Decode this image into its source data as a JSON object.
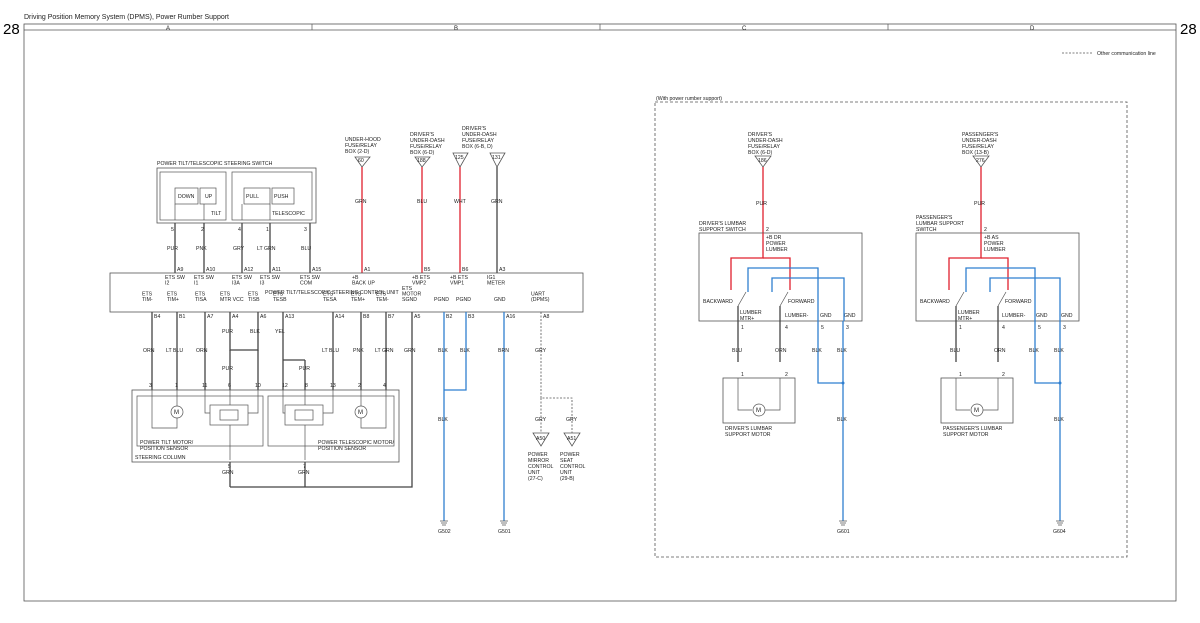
{
  "title": "Driving Position Memory System (DPMS), Power Rumber Support",
  "page_number": "28",
  "columns": [
    "A",
    "B",
    "C",
    "D"
  ],
  "legend": "Other communication line",
  "option_label": "(With power rumber support)",
  "fuses": {
    "underhood": {
      "label": [
        "UNDER-HOOD",
        "FUSE/RELAY",
        "BOX (2-D)"
      ],
      "num": "60"
    },
    "dash1": {
      "label": [
        "DRIVER'S",
        "UNDER-DASH",
        "FUSE/RELAY",
        "BOX (6-D)"
      ],
      "num": "188"
    },
    "dash2": {
      "label": [
        "DRIVER'S",
        "UNDER-DASH",
        "FUSE/RELAY",
        "BOX (6-B, D)"
      ],
      "num1": "125",
      "num2": "131"
    },
    "drv": {
      "label": [
        "DRIVER'S",
        "UNDER-DASH",
        "FUSE/RELAY",
        "BOX (6-D)"
      ],
      "num": "186"
    },
    "pass": {
      "label": [
        "PASSENGER'S",
        "UNDER-DASH",
        "FUSE/RELAY",
        "BOX (13-B)"
      ],
      "num": "276"
    }
  },
  "colors": {
    "GRN": "GRN",
    "BLU": "BLU",
    "WHT": "WHT",
    "PUR": "PUR",
    "PNK": "PNK",
    "GRY": "GRY",
    "LTGRN": "LT GRN",
    "LTBLU": "LT BLU",
    "ORN": "ORN",
    "BLK": "BLK",
    "BRN": "BRN",
    "YEL": "YEL"
  },
  "switch": {
    "title": "POWER TILT/TELESCOPIC STEERING SWITCH",
    "down": "DOWN",
    "up": "UP",
    "pull": "PULL",
    "push": "PUSH",
    "tilt": "TILT",
    "tele": "TELESCOPIC"
  },
  "ecu": {
    "title": "POWER TILT/TELESCOPIC STEERING CONTROL UNIT"
  },
  "top_pins": [
    {
      "pin": "A9",
      "sig": [
        "ETS SW",
        "I2"
      ]
    },
    {
      "pin": "A10",
      "sig": [
        "ETS SW",
        "I1"
      ]
    },
    {
      "pin": "A12",
      "sig": [
        "ETS SW",
        "I3A"
      ]
    },
    {
      "pin": "A11",
      "sig": [
        "ETS SW",
        "I3"
      ]
    },
    {
      "pin": "A15",
      "sig": [
        "ETS SW",
        "COM"
      ]
    },
    {
      "pin": "A1",
      "sig": [
        "+B",
        "BACK UP"
      ]
    },
    {
      "pin": "B5",
      "sig": [
        "+B ETS",
        "VMP2"
      ]
    },
    {
      "pin": "B6",
      "sig": [
        "+B ETS",
        "VMP1"
      ]
    },
    {
      "pin": "A3",
      "sig": [
        "IG1",
        "METER"
      ]
    }
  ],
  "bottom_pins": [
    {
      "pin": "B4",
      "sig": [
        "ETS",
        "TIM-"
      ]
    },
    {
      "pin": "B1",
      "sig": [
        "ETS",
        "TIM+"
      ]
    },
    {
      "pin": "A7",
      "sig": [
        "ETS",
        "TISA"
      ]
    },
    {
      "pin": "A4",
      "sig": [
        "ETS",
        "MTR VCC"
      ]
    },
    {
      "pin": "A6",
      "sig": [
        "ETS",
        "TISB"
      ]
    },
    {
      "pin": "A13",
      "sig": [
        "ETS",
        "TESB"
      ]
    },
    {
      "pin": "A14",
      "sig": [
        "ETS",
        "TESA"
      ]
    },
    {
      "pin": "B8",
      "sig": [
        "ETS",
        "TEM+"
      ]
    },
    {
      "pin": "B7",
      "sig": [
        "ETS",
        "TEM-"
      ]
    },
    {
      "pin": "A5",
      "sig": [
        "ETS",
        "MOTOR",
        "SGND"
      ]
    },
    {
      "pin": "B2",
      "sig": [
        "PGND"
      ]
    },
    {
      "pin": "B3",
      "sig": [
        "PGND"
      ]
    },
    {
      "pin": "A16",
      "sig": [
        "GND"
      ]
    },
    {
      "pin": "A8",
      "sig": [
        "UART",
        "(DPMS)"
      ]
    }
  ],
  "motor_labels": {
    "tilt": [
      "POWER TILT MOTOR/",
      "POSITION SENSOR"
    ],
    "tele": [
      "POWER TELESCOPIC MOTOR/",
      "POSITION SENSOR"
    ],
    "column": "STEERING COLUMN"
  },
  "grounds": {
    "g502": "G502",
    "g501": "G501",
    "g601": "G601",
    "g604": "G604"
  },
  "units": {
    "mirror": {
      "num": "A50",
      "label": [
        "POWER",
        "MIRROR",
        "CONTROL",
        "UNIT",
        "(27-C)"
      ]
    },
    "seat": {
      "num": "A51",
      "label": [
        "POWER",
        "SEAT",
        "CONTROL",
        "UNIT",
        "(29-B)"
      ]
    }
  },
  "drv_lumbar": {
    "title": [
      "DRIVER'S LUMBAR",
      "SUPPORT SWITCH"
    ],
    "pwr": [
      "+B DR",
      "POWER",
      "LUMBER"
    ],
    "back": "BACKWARD",
    "fwd": "FORWARD",
    "mtrp": [
      "LUMBER",
      "MTR+"
    ],
    "mtrm": "LUMBER-",
    "gnd": "GND",
    "motor": [
      "DRIVER'S LUMBAR",
      "SUPPORT MOTOR"
    ]
  },
  "pass_lumbar": {
    "title": [
      "PASSENGER'S",
      "LUMBAR SUPPORT",
      "SWITCH"
    ],
    "pwr": [
      "+B AS",
      "POWER",
      "LUMBER"
    ],
    "back": "BACKWARD",
    "fwd": "FORWARD",
    "mtrp": [
      "LUMBER",
      "MTR+"
    ],
    "mtrm": "LUMBER-",
    "gnd": "GND",
    "motor": [
      "PASSENGER'S LUMBAR",
      "SUPPORT MOTOR"
    ]
  }
}
